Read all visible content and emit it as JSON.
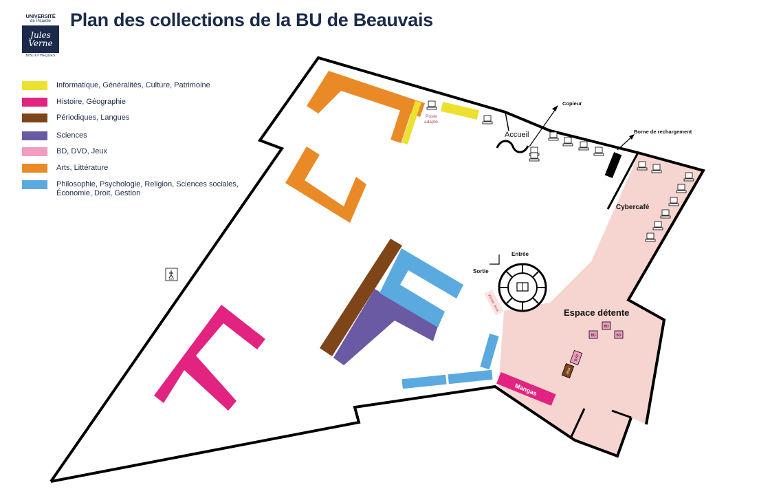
{
  "logo": {
    "line1": "UNIVERSITÉ",
    "line2": "de Picardie",
    "signature": "Jules Verne",
    "line3": "BIBLIOTHÈQUES"
  },
  "title": "Plan des collections de la BU de Beauvais",
  "legend": [
    {
      "label": "Informatique, Généralités, Culture, Patrimoine",
      "color": "#ede12f"
    },
    {
      "label": "Histoire, Géographie",
      "color": "#e2237f"
    },
    {
      "label": "Périodiques, Langues",
      "color": "#7e4518"
    },
    {
      "label": "Sciences",
      "color": "#6a5aa4"
    },
    {
      "label": "BD, DVD, Jeux",
      "color": "#f09cc3"
    },
    {
      "label": "Arts, Littérature",
      "color": "#ea8a27"
    },
    {
      "label": "Philosophie, Psychologie, Religion, Sciences sociales, Économie, Droit, Gestion",
      "color": "#5aaae0"
    }
  ],
  "map_labels": {
    "copieur": "Copieur",
    "borne": "Borne de rechargement",
    "accueil": "Accueil",
    "poste": "Poste",
    "adapte": "adapté",
    "cybercafe": "Cybercafé",
    "entree": "Entrée",
    "sortie": "Sortie",
    "vitrine": "Vitrine Jeux",
    "espace": "Espace détente",
    "mangas": "Mangas",
    "bd": "BD",
    "dvd": "DVD",
    "jeux": "Jeux",
    "exit": "EXIT"
  },
  "colors": {
    "navy": "#1b2a4a",
    "relax_zone": "#f6d5d1"
  }
}
